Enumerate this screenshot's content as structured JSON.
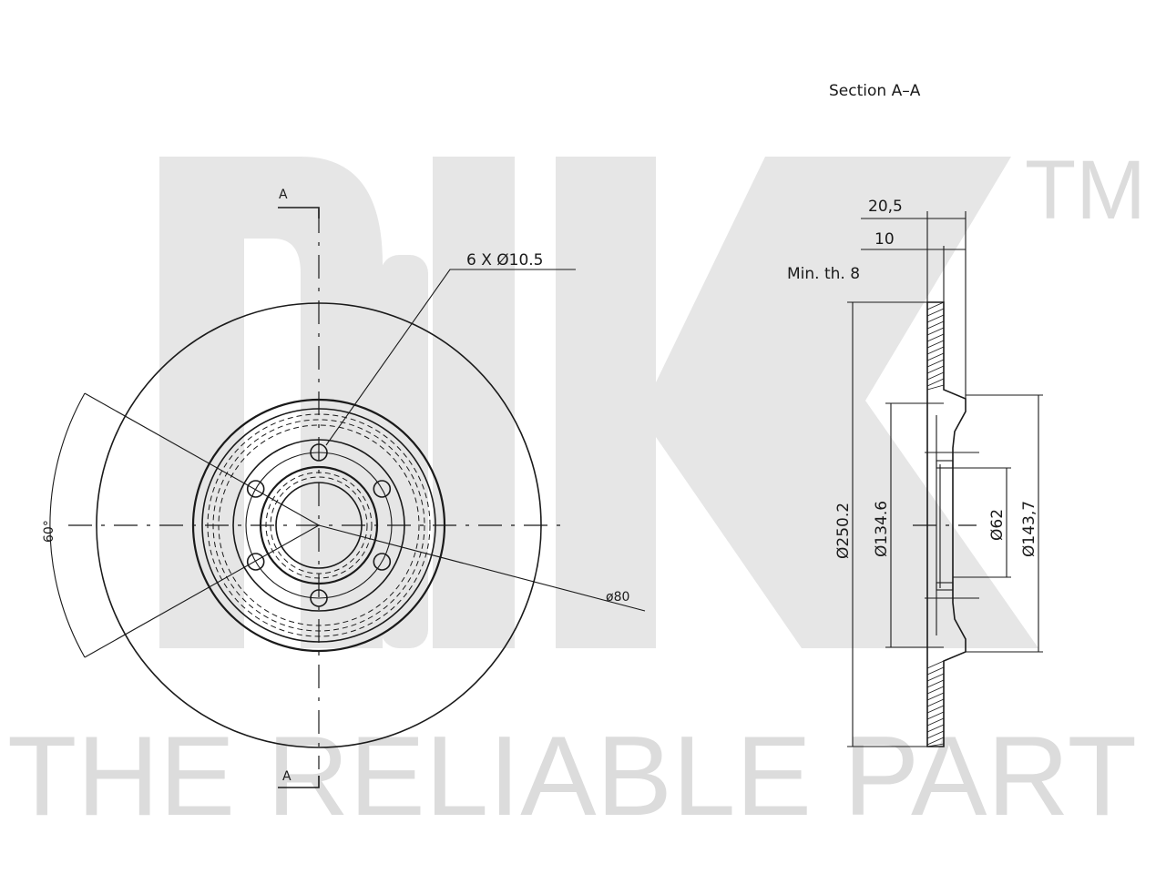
{
  "watermark": {
    "logo": "NK",
    "trademark": "TM",
    "slogan": "THE RELIABLE PART"
  },
  "front_view": {
    "section_mark_top": "A",
    "section_mark_bottom": "A",
    "bolt_holes_label": "6 X Ø10.5",
    "angle_label": "60°",
    "pcd_label": "ø80"
  },
  "section_view": {
    "title": "Section A–A",
    "dim_total_width": "20,5",
    "dim_hub_width": "10",
    "min_thickness": "Min. th. 8",
    "dim_outer_diameter": "Ø250.2",
    "dim_inner_diameter": "Ø134.6",
    "dim_center_bore": "Ø62",
    "dim_hat_diameter": "Ø143,7"
  }
}
